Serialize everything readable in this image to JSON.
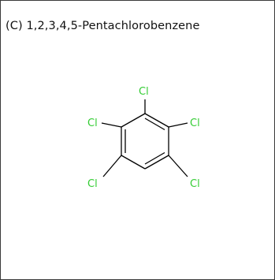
{
  "caption": "(C) 1,2,3,4,5-Pentachlorobenzene",
  "colors": {
    "chlorine": "#33cc33",
    "bond": "#000000",
    "border": "#3a3a3a"
  },
  "molecule": {
    "substituents": [
      {
        "label": "Cl"
      },
      {
        "label": "Cl"
      },
      {
        "label": "Cl"
      },
      {
        "label": "Cl"
      },
      {
        "label": "Cl"
      }
    ]
  }
}
